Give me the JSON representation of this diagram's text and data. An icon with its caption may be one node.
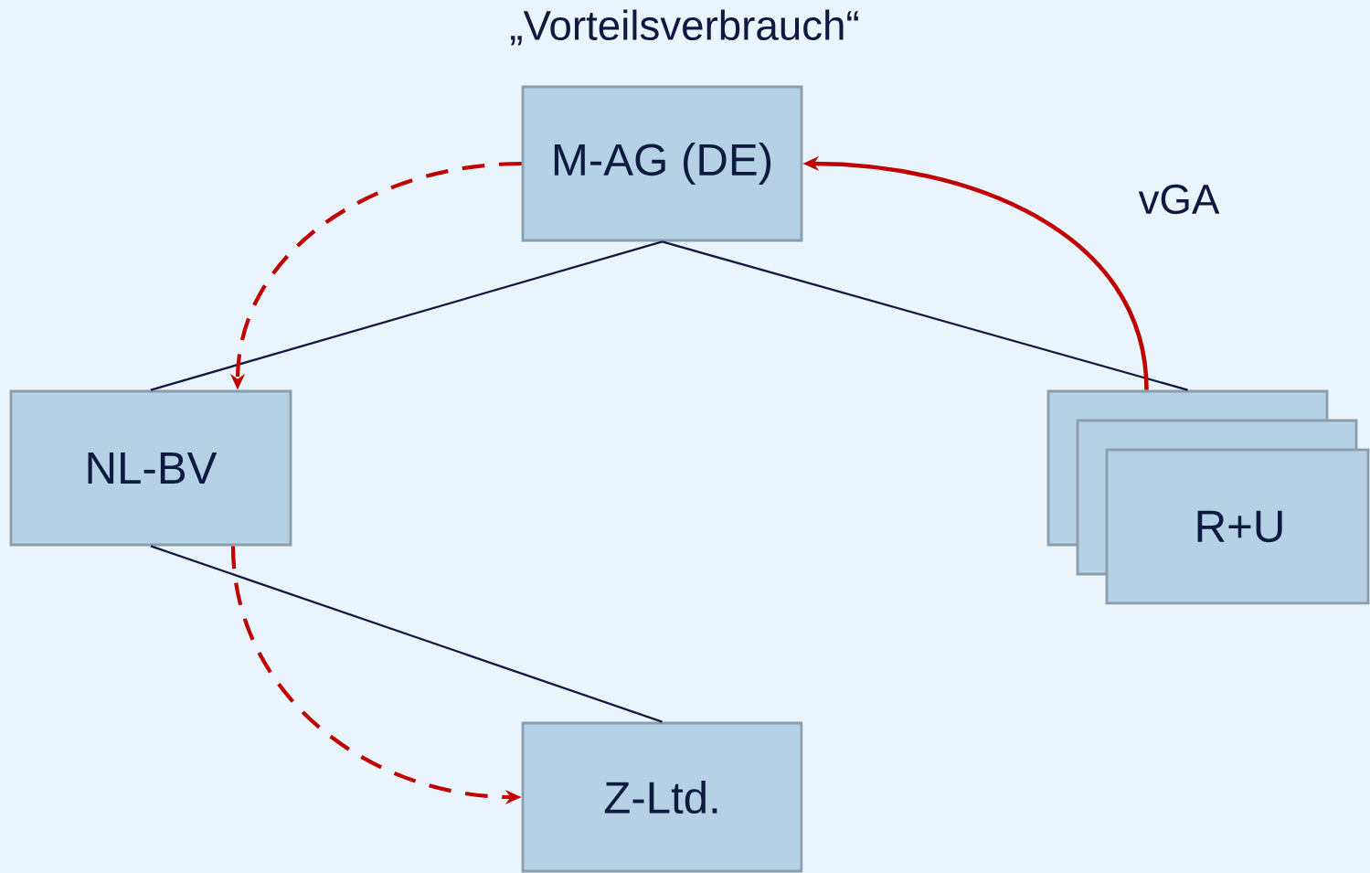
{
  "diagram": {
    "title": "„Vorteilsverbrauch“",
    "nodes": [
      {
        "text": [
          "M-AG (DE)"
        ]
      },
      {
        "text": [
          "NL-BV"
        ]
      },
      {
        "text": [],
        "shape": "box"
      },
      {
        "text": [],
        "shape": "box"
      },
      {
        "text": [
          "R+U"
        ]
      },
      {
        "text": [
          "Z-Ltd."
        ]
      }
    ],
    "edges": [
      {
        "from": 0,
        "to": 1,
        "arrow": "none"
      },
      {
        "from": 0,
        "to": 2,
        "arrow": "none"
      },
      {
        "from": 1,
        "to": 5,
        "arrow": "none"
      },
      {
        "from": 0,
        "to": 1,
        "arrow": "to",
        "style": "dashed",
        "color": "#c00000"
      },
      {
        "from": 1,
        "to": 5,
        "arrow": "to",
        "style": "dashed",
        "color": "#c00000"
      },
      {
        "from": 2,
        "to": 0,
        "arrow": "to",
        "style": "thick",
        "color": "#c00000",
        "label": "vGA"
      }
    ]
  }
}
